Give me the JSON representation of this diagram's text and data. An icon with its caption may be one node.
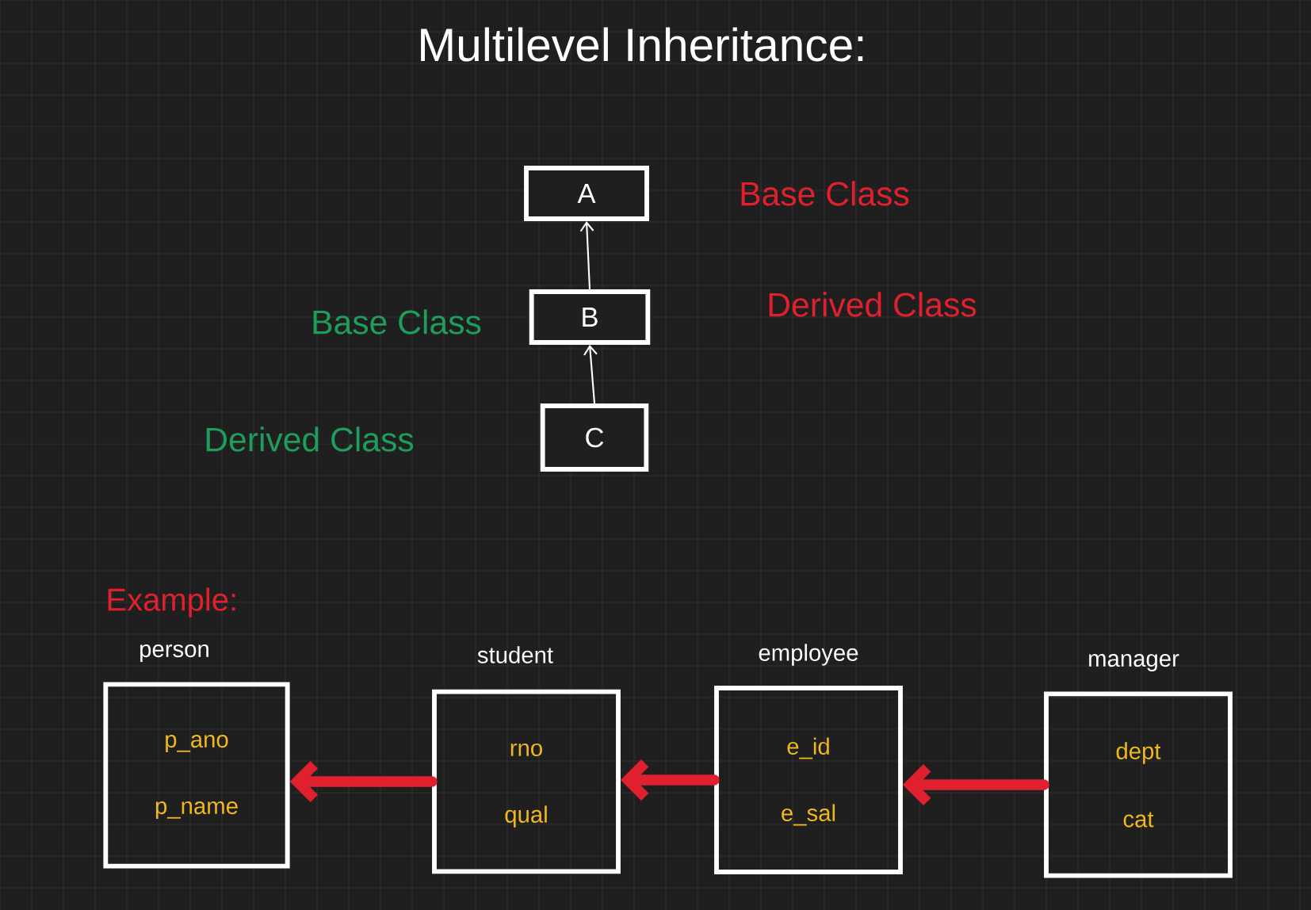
{
  "diagram": {
    "title": "Multilevel Inheritance:",
    "nodes": [
      {
        "text": [
          "A"
        ],
        "beside": [
          "Base Class"
        ]
      },
      {
        "text": [
          "B"
        ],
        "beside": [
          "Base Class",
          "Derived Class"
        ]
      },
      {
        "text": [
          "C"
        ],
        "beside": [
          "Derived Class"
        ]
      },
      {
        "text": [
          "person",
          "p_ano",
          "p_name"
        ]
      },
      {
        "text": [
          "student",
          "rno",
          "qual"
        ]
      },
      {
        "text": [
          "employee",
          "e_id",
          "e_sal"
        ]
      },
      {
        "text": [
          "manager",
          "dept",
          "cat"
        ]
      }
    ],
    "edges": [
      {
        "from": 1,
        "to": 0,
        "arrow": "to",
        "color": "#ffffff"
      },
      {
        "from": 2,
        "to": 1,
        "arrow": "to",
        "color": "#ffffff"
      },
      {
        "from": 4,
        "to": 3,
        "arrow": "to"
      },
      {
        "from": 5,
        "to": 4,
        "arrow": "to"
      },
      {
        "from": 6,
        "to": 5,
        "arrow": "to"
      }
    ],
    "labels": [
      "Example:"
    ]
  }
}
